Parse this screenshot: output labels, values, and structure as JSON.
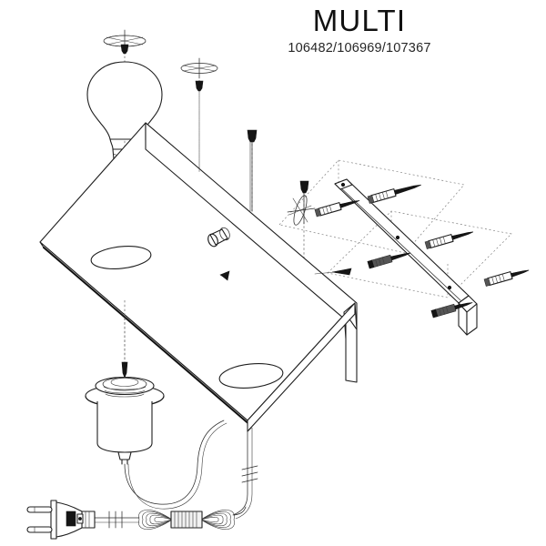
{
  "document": {
    "kind": "assembly-instruction-diagram",
    "title": "MULTI",
    "product_codes": "106482/106969/107367",
    "background_color": "#ffffff",
    "line_color": "#1f1f1f"
  },
  "parts": [
    {
      "id": "bulb",
      "name": "light-bulb",
      "label": ""
    },
    {
      "id": "bulb-twist",
      "name": "twist-washer-marker-top",
      "label": ""
    },
    {
      "id": "socket-upper",
      "name": "lamp-socket-upper",
      "label": ""
    },
    {
      "id": "socket-washer",
      "name": "socket-ring-washer",
      "label": ""
    },
    {
      "id": "socket-lower",
      "name": "lamp-socket-lower",
      "label": ""
    },
    {
      "id": "bracket",
      "name": "l-shaped-mounting-plate",
      "label": ""
    },
    {
      "id": "spacer",
      "name": "cylindrical-spacer",
      "label": ""
    },
    {
      "id": "mount-bar",
      "name": "wall-mounting-bar",
      "label": ""
    },
    {
      "id": "screw-a",
      "name": "machine-screw",
      "label": ""
    },
    {
      "id": "screw-b",
      "name": "machine-screw",
      "label": ""
    },
    {
      "id": "screw-c",
      "name": "machine-screw",
      "label": ""
    },
    {
      "id": "anchor-1",
      "name": "wall-anchor-with-screw",
      "label": ""
    },
    {
      "id": "anchor-2",
      "name": "wall-anchor-with-screw",
      "label": ""
    },
    {
      "id": "anchor-3",
      "name": "wall-anchor-with-screw",
      "label": ""
    },
    {
      "id": "anchor-4",
      "name": "wall-anchor-with-screw",
      "label": ""
    },
    {
      "id": "anchor-5",
      "name": "wall-anchor-with-screw",
      "label": ""
    },
    {
      "id": "cable",
      "name": "power-cable",
      "label": ""
    },
    {
      "id": "cable-coil",
      "name": "coiled-cable-bundle",
      "label": ""
    },
    {
      "id": "plug",
      "name": "europlug-mains-plug",
      "label": ""
    }
  ],
  "annotations": {
    "alignment_guides": "dashed vertical and horizontal construction lines",
    "direction_markers": "small filled arrows indicating insertion direction",
    "break_symbol": "double slash cable-break marks"
  }
}
